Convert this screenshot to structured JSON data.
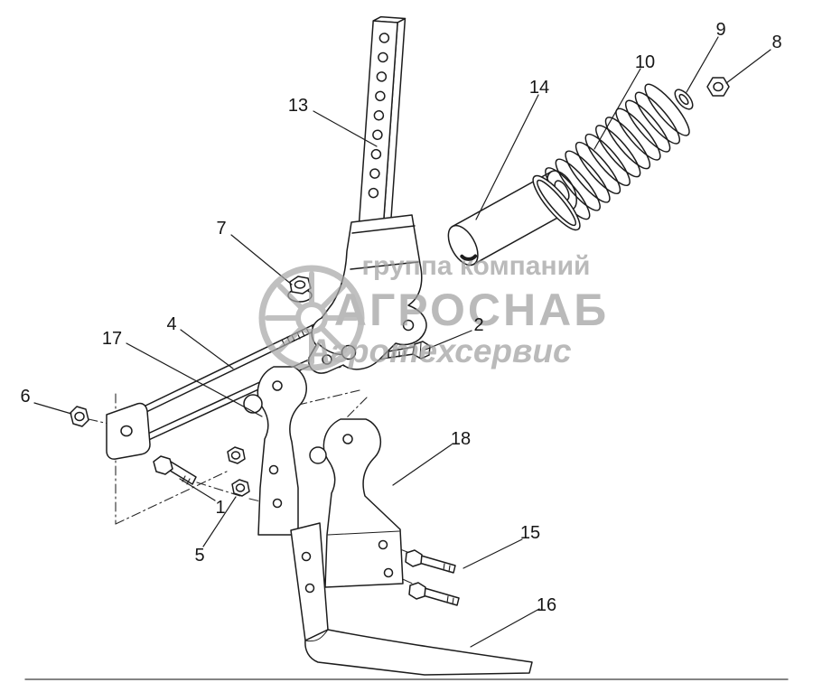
{
  "diagram": {
    "background_color": "#ffffff",
    "line_color": "#1c1c1c",
    "parts": {
      "1": "1",
      "2": "2",
      "4": "4",
      "5": "5",
      "6": "6",
      "7": "7",
      "8": "8",
      "9": "9",
      "10": "10",
      "13": "13",
      "14": "14",
      "15": "15",
      "16": "16",
      "17": "17",
      "18": "18"
    },
    "watermark": {
      "line1": "группа компаний",
      "line2": "АГРОСНАБ",
      "line3": "Агротехсервис",
      "color": "#9e9e9e"
    }
  }
}
